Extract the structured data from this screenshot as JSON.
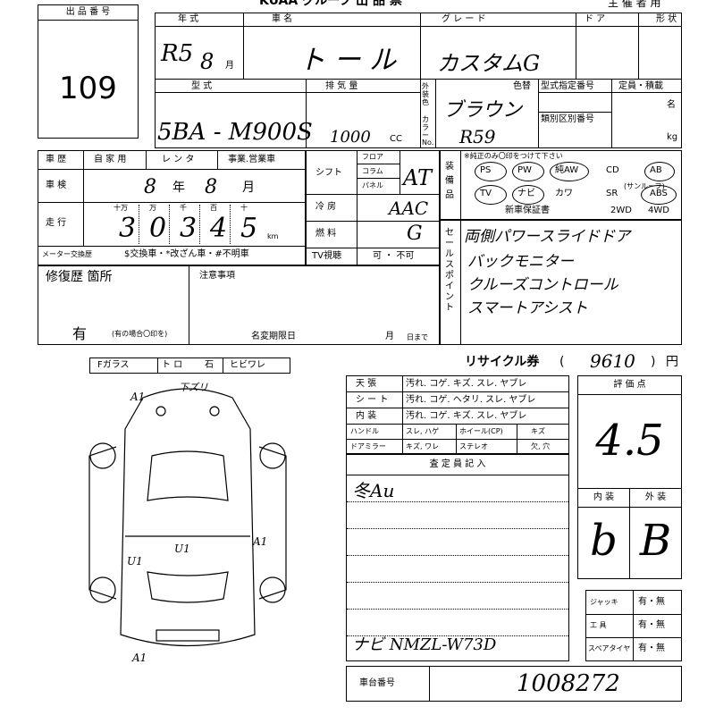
{
  "header": {
    "auction_title": "KUAA グループ 出 品 票",
    "organizer_label": "主 催 者 用"
  },
  "lot": {
    "label": "出 品 番 号",
    "number": "109"
  },
  "vehicle": {
    "year_label": "年 式",
    "year_value": "R5",
    "month_value": "8",
    "month_unit": "月",
    "name_label": "車 名",
    "name_value": "ト ー ル",
    "grade_label": "グ レ ー ド",
    "grade_value": "カスタムG",
    "door_label": "ド ア",
    "shape_label": "形 状",
    "model_label": "型 式",
    "model_value": "5BA - M900S",
    "displacement_label": "排 気 量",
    "displacement_value": "1000",
    "displacement_unit": "CC",
    "exterior_color_label": "外装色",
    "exterior_color_value": "ブラウン",
    "color_no_label": "カラーNo.",
    "color_no_value": "R59",
    "color_change_label": "色替",
    "type_designation_label": "型式指定番号",
    "category_label": "類別区別番号",
    "capacity_label": "定員・積載",
    "capacity_unit1": "名",
    "capacity_unit2": "kg"
  },
  "history": {
    "label": "車 歴",
    "options": [
      "自 家 用",
      "レ ン タ",
      "事業.営業車"
    ],
    "inspection_label": "車 検",
    "inspection_year": "8",
    "inspection_month": "8",
    "year_unit": "年",
    "month_unit": "月",
    "mileage_label": "走 行",
    "mileage_digit_headers": [
      "十万",
      "万",
      "千",
      "百",
      "十"
    ],
    "mileage_digits": [
      "3",
      "0",
      "3",
      "4",
      "5"
    ],
    "mileage_unit": "km",
    "meter_change_label": "メーター交換歴",
    "meter_change_options": "$交換車・*改ざん車・#不明車"
  },
  "shift": {
    "label": "シフト",
    "options": [
      "フロア",
      "コラム",
      "パネル"
    ],
    "value": "AT",
    "ac_label": "冷 房",
    "ac_value": "AAC",
    "fuel_label": "燃 料",
    "fuel_value": "G",
    "tv_label": "TV視聴",
    "tv_value": "可 ・ 不可"
  },
  "equipment": {
    "label": "装備品",
    "note": "※純正のみ〇印をつけて下さい",
    "row1": [
      "PS",
      "PW",
      "純AW",
      "CD",
      "AB"
    ],
    "row2": [
      "TV",
      "ナビ",
      "カワ",
      "SR",
      "ABS"
    ],
    "sunroof_note": "(サンルーフ)",
    "row3": [
      "新車保証書",
      "2WD",
      "4WD"
    ]
  },
  "sales_points": {
    "label": "セールスポイント",
    "lines": [
      "両側パワースライドドア",
      "バックモニター",
      "クルーズコントロール",
      "スマートアシスト"
    ]
  },
  "repair": {
    "label": "修復歴 箇所",
    "caution_label": "注意事項",
    "value": "有",
    "note": "(有の場合〇印を)",
    "title_change_label": "名変期限日",
    "month_label": "月",
    "day_label": "日まで"
  },
  "glass": {
    "label": "Fガラス",
    "options": [
      "ト ロ",
      "石",
      "ヒビワレ"
    ]
  },
  "recycle": {
    "label": "リサイクル券",
    "value": "9610",
    "unit": "円"
  },
  "condition_table": [
    {
      "label": "天 張",
      "values": "汚れ. コゲ. キズ. スレ. ヤブレ"
    },
    {
      "label": "シ ー ト",
      "values": "汚れ. コゲ. ヘタリ. スレ. ヤブレ"
    },
    {
      "label": "内 装",
      "values": "汚れ. コゲ. キズ. スレ. ヤブレ"
    }
  ],
  "condition_extra": [
    {
      "label": "ハンドル",
      "values": "スレ, ハゲ",
      "label2": "ホイール(CP)",
      "values2": "キズ"
    },
    {
      "label": "ドアミラー",
      "values": "キズ, ワレ",
      "label2": "ステレオ",
      "values2": "欠, 穴"
    }
  ],
  "inspector": {
    "label": "査 定 員 記 入",
    "lines": [
      "冬Au",
      "ナビ NMZL-W73D"
    ]
  },
  "evaluation": {
    "label": "評 価 点",
    "score": "4.5",
    "interior_label": "内 装",
    "exterior_label": "外 装",
    "interior_grade": "b",
    "exterior_grade": "B"
  },
  "accessories": [
    {
      "label": "ジャッキ",
      "value": "有・無"
    },
    {
      "label": "工 具",
      "value": "有・無"
    },
    {
      "label": "スペアタイヤ",
      "value": "有・無"
    }
  ],
  "chassis": {
    "label": "車台番号",
    "value": "1008272"
  },
  "diagram_marks": {
    "top": "下ズリ",
    "front_left": "A1",
    "center": "U1",
    "right": "A1",
    "left": "U1",
    "rear_left": "A1"
  }
}
